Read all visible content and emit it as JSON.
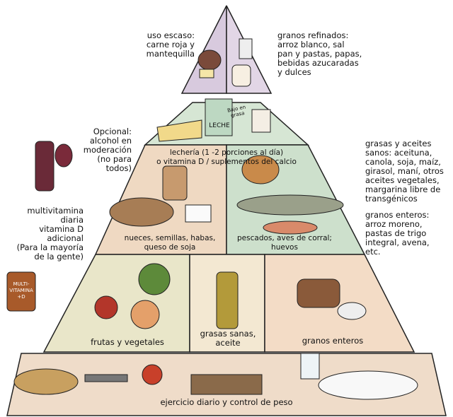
{
  "top_tier": {
    "left_label": "uso escaso:\ncarne roja y\nmantequilla",
    "right_label": "granos refinados:\narroz blanco, sal\npan y pastas, papas,\nbebidas azucaradas\ny dulces"
  },
  "dairy_tier": {
    "label": "lechería (1 -2 porciones al día)\no vitamina D / suplementos del calcio",
    "carton_text": "LECHE",
    "carton_badge": "Bajo en grasa"
  },
  "alcohol_note": "Opcional:\nalcohol en\nmoderación\n(no para\ntodos)",
  "protein_tier": {
    "left_label": "nueces, semillas, habas,\nqueso de soja",
    "right_label": "pescados, aves de corral;\nhuevos"
  },
  "vitamin_note": "multivitamina\ndiaria\nvitamina D\nadicional\n(Para la mayoría\nde la gente)",
  "vitamin_bottle_text": "MULTI-\nVITAMINA\n+D",
  "right_notes": {
    "fats": "grasas y aceites\nsanos: aceituna,\ncanola, soja, maíz,\ngirasol, maní, otros\naceites vegetales,\nmargarina libre de\ntransgénicos",
    "grains": "granos enteros:\narroz moreno,\npastas de trigo\nintegral, avena,\netc."
  },
  "plant_tier": {
    "left_label": "frutas y vegetales",
    "middle_label": "grasas sanas,\naceite",
    "right_label": "granos enteros"
  },
  "base_tier": {
    "label": "ejercicio diario y control de peso"
  },
  "colors": {
    "top": "#dccfe0",
    "dairy": "#d6e6d4",
    "nuts": "#efd9c2",
    "fish": "#cde0cc",
    "fruit": "#e9e6c9",
    "oil": "#f3e8d2",
    "grain": "#f3dcc6",
    "base": "#efdcc9"
  }
}
